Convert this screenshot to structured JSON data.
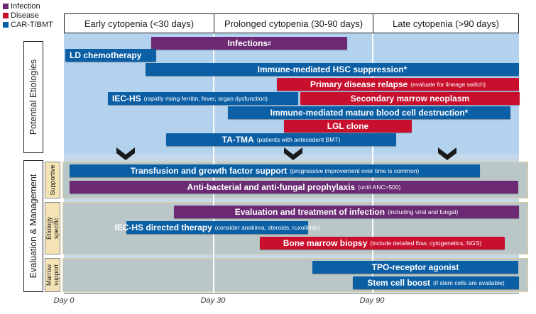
{
  "legend": [
    {
      "label": "Infection",
      "color": "#6b2a73"
    },
    {
      "label": "Disease",
      "color": "#c8102e"
    },
    {
      "label": "CAR-T/BMT",
      "color": "#0b5fa5"
    }
  ],
  "columns": [
    "Early cytopenia (<30 days)",
    "Prolonged cytopenia (30-90 days)",
    "Late cytopenia (>90 days)"
  ],
  "row_labels": {
    "etiologies": "Potential Etiologies",
    "management": "Evaluation & Management"
  },
  "sub_labels": {
    "supportive": "Supportive",
    "etiology": "Etiology specific",
    "marrow": "Marrow support"
  },
  "axis_ticks": [
    "Day 0",
    "Day 30",
    "Day 90"
  ],
  "etiology_bars": [
    {
      "label": "Infections",
      "sup": "#",
      "note": "",
      "type": "Infection"
    },
    {
      "label": "LD chemotherapy",
      "sup": "",
      "note": "",
      "type": "CAR-T/BMT"
    },
    {
      "label": "Immune-mediated HSC suppression*",
      "sup": "",
      "note": "",
      "type": "CAR-T/BMT"
    },
    {
      "label": "Primary disease relapse",
      "sup": "",
      "note": "(evaluate for lineage switch)",
      "type": "Disease"
    },
    {
      "label": "IEC-HS",
      "sup": "",
      "note": "(rapidly rising ferritin, fever, organ dysfunction)",
      "type": "CAR-T/BMT"
    },
    {
      "label": "Secondary marrow neoplasm",
      "sup": "",
      "note": "",
      "type": "Disease"
    },
    {
      "label": "Immune-mediated mature blood cell destruction*",
      "sup": "",
      "note": "",
      "type": "CAR-T/BMT"
    },
    {
      "label": "LGL clone",
      "sup": "",
      "note": "",
      "type": "Disease"
    },
    {
      "label": "TA-TMA",
      "sup": "",
      "note": "(patients with antecedent BMT)",
      "type": "CAR-T/BMT"
    }
  ],
  "management_bars": [
    {
      "label": "Transfusion and growth factor support",
      "note": "(progressive improvement over time is common)",
      "type": "CAR-T/BMT"
    },
    {
      "label": "Anti-bacterial and anti-fungal prophylaxis",
      "note": "(until ANC>500)",
      "type": "Infection"
    },
    {
      "label": "Evaluation and treatment of infection",
      "note": "(including viral and fungal)",
      "type": "Infection"
    },
    {
      "label": "IEC-HS directed therapy",
      "note": "(consider anakinra, steroids, ruxolitinib)",
      "type": "CAR-T/BMT"
    },
    {
      "label": "Bone marrow biopsy",
      "note": "(include detailed flow, cytogenetics, NGS)",
      "type": "Disease"
    },
    {
      "label": "TPO-receptor agonist",
      "note": "",
      "type": "CAR-T/BMT"
    },
    {
      "label": "Stem cell boost",
      "note": "(if stem cells are available)",
      "type": "CAR-T/BMT"
    }
  ]
}
